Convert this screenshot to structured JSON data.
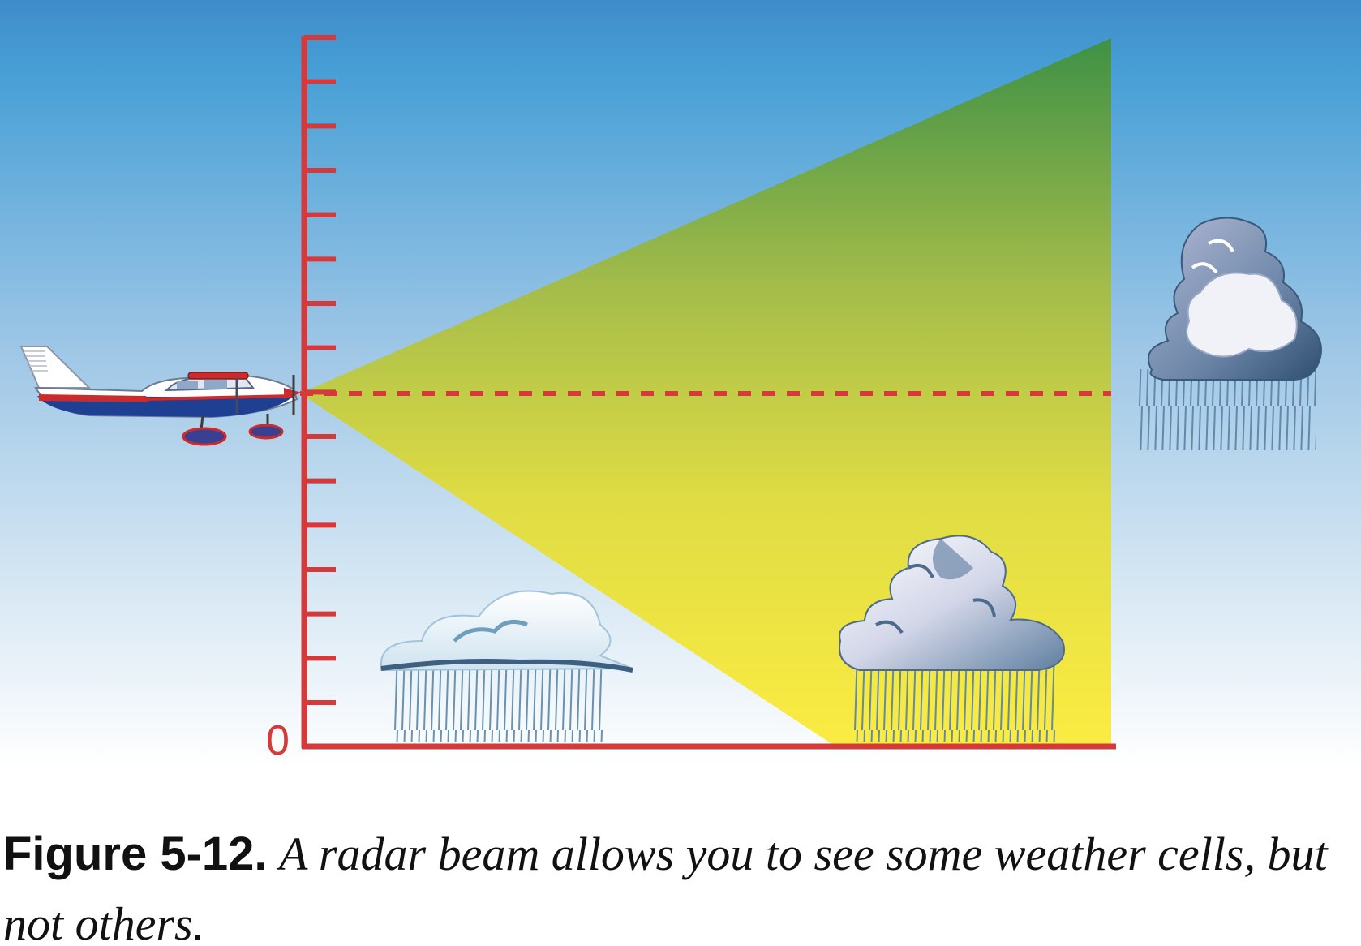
{
  "diagram": {
    "axis": {
      "zero_label": "0",
      "tick_count": 16,
      "color": "#d5393a"
    },
    "beam": {
      "top_color": "#3e9146",
      "bottom_color": "#fbec42",
      "centerline_style": "dashed",
      "centerline_color": "#d5393a"
    },
    "sky": {
      "top_color": "#3f8cca",
      "bottom_color": "#ffffff"
    },
    "aircraft": {
      "icon": "airplane-icon",
      "colors": {
        "body": "#ffffff",
        "stripe": "#1f3f93",
        "trim": "#cc2b2b"
      }
    },
    "weather_cells": [
      {
        "icon": "raincloud-icon",
        "name": "low-cell"
      },
      {
        "icon": "storm-cloud-icon",
        "name": "mid-cell"
      },
      {
        "icon": "storm-cloud-icon",
        "name": "tall-cell"
      }
    ]
  },
  "caption": {
    "label": "Figure 5-12.",
    "text": "A radar beam allows you to see some weather cells, but not others."
  }
}
